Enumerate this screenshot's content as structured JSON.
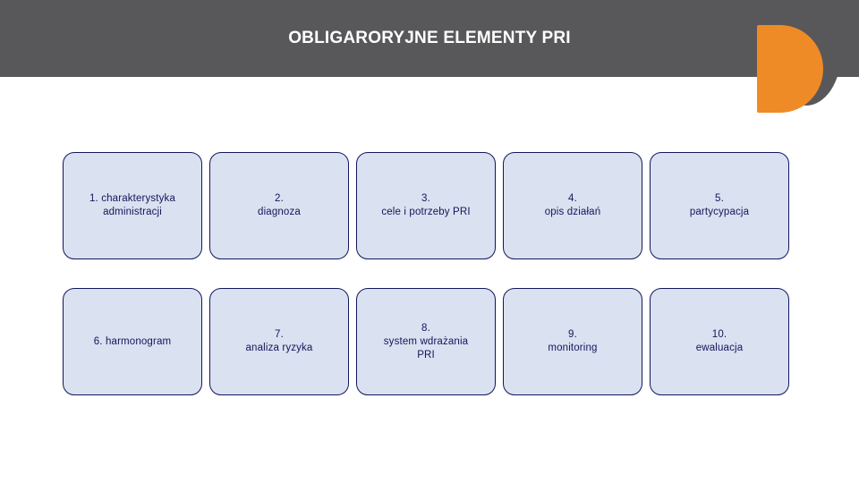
{
  "header": {
    "title": "OBLIGARORYJNE ELEMENTY PRI",
    "bar_color": "#58585a",
    "title_color": "#ffffff",
    "accent_color": "#ef8b26"
  },
  "diagram": {
    "box_fill_color": "#dae1f0",
    "box_border_color": "#12175c",
    "rows": [
      {
        "boxes": [
          {
            "label": "1. charakterystyka\nadministracji"
          },
          {
            "label": "2.\ndiagnoza"
          },
          {
            "label": "3.\ncele i potrzeby PRI"
          },
          {
            "label": "4.\nopis działań"
          },
          {
            "label": "5.\npartycypacja"
          }
        ]
      },
      {
        "boxes": [
          {
            "label": "6. harmonogram"
          },
          {
            "label": "7.\nanaliza ryzyka"
          },
          {
            "label": "8.\nsystem wdrażania\nPRI"
          },
          {
            "label": "9.\nmonitoring"
          },
          {
            "label": "10.\newaluacja"
          }
        ]
      }
    ]
  }
}
